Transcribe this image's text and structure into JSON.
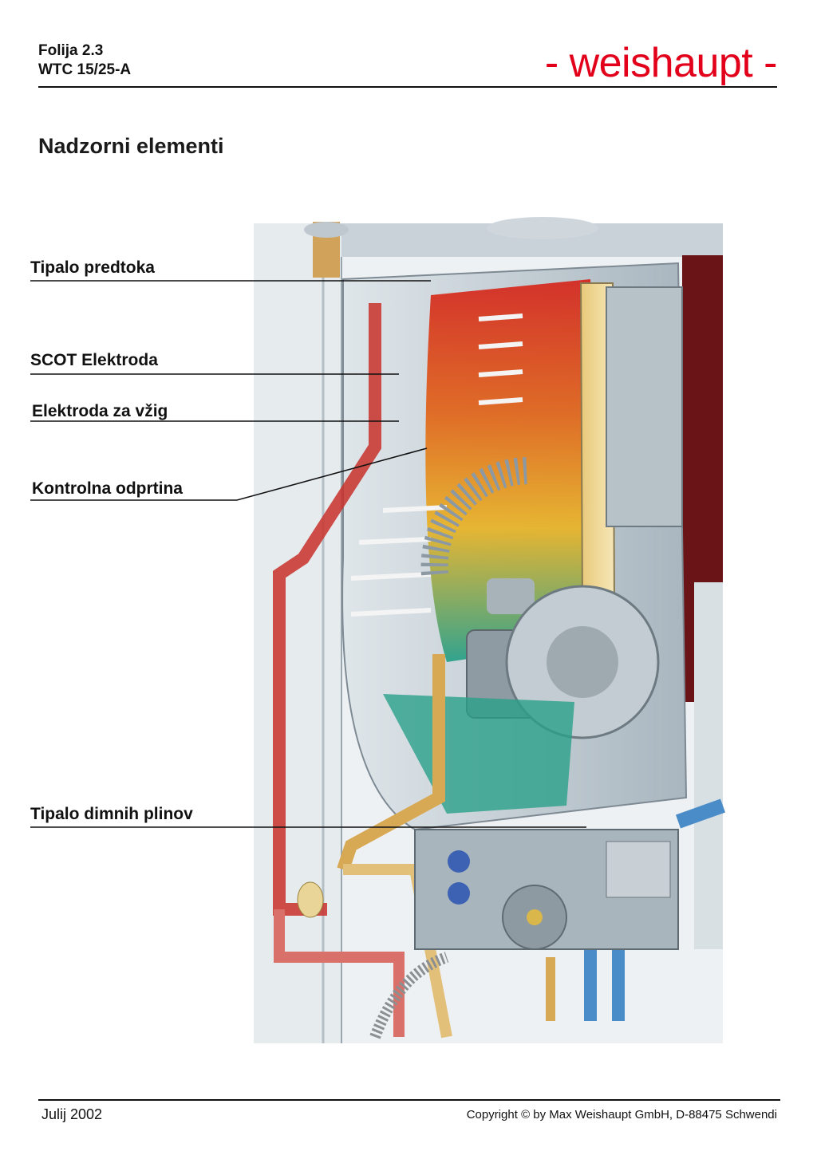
{
  "header": {
    "slide": "Folija 2.3",
    "model": "WTC 15/25-A",
    "brand": "- weishaupt -"
  },
  "title": "Nadzorni elementi",
  "labels": {
    "flow_sensor": "Tipalo predtoka",
    "scot_electrode": "SCOT Elektroda",
    "ignition_electrode": "Elektroda za vžig",
    "inspection_port": "Kontrolna odprtina",
    "flue_gas_sensor": "Tipalo dimnih plinov"
  },
  "footer": {
    "date": "Julij 2002",
    "copyright": "Copyright © by Max Weishaupt GmbH, D-88475 Schwendi"
  },
  "colors": {
    "brand_red": "#e2001a",
    "pipe_red": "#c8302a",
    "pipe_blue": "#4a8cc8",
    "casing_gray": "#b8c4cc"
  }
}
